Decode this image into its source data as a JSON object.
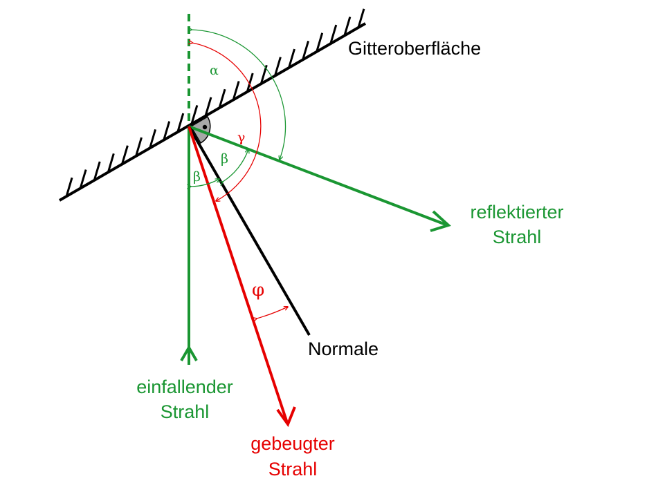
{
  "labels": {
    "surface": "Gitteroberfläche",
    "normal": "Normale",
    "reflected_1": "reflektierter",
    "reflected_2": "Strahl",
    "incident_1": "einfallender",
    "incident_2": "Strahl",
    "diffracted_1": "gebeugter",
    "diffracted_2": "Strahl"
  },
  "angles": {
    "alpha": "α",
    "beta": "β",
    "gamma": "γ",
    "phi": "φ"
  },
  "colors": {
    "green": "#1a9632",
    "red": "#e60000",
    "black": "#000000",
    "hatch_gray": "#a8a8a8"
  }
}
